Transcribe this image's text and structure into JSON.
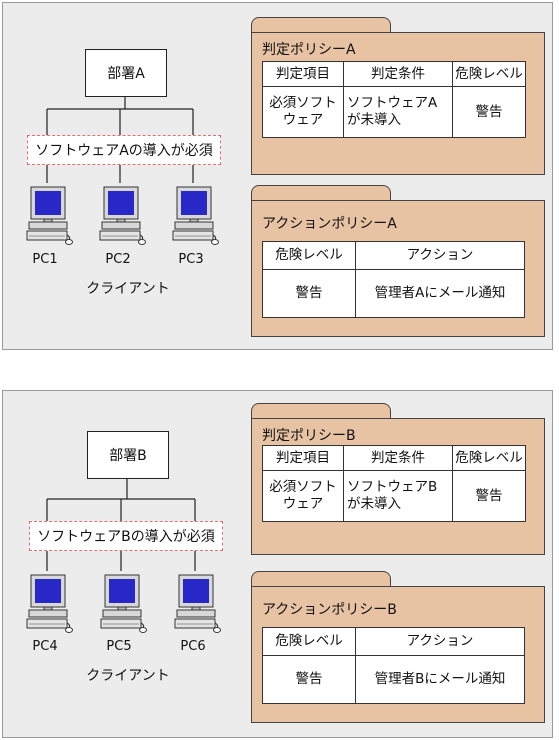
{
  "scenarios": [
    {
      "department": "部署A",
      "requirement": "ソフトウェアAの導入が必須",
      "pcs": [
        "PC1",
        "PC2",
        "PC3"
      ],
      "clients_label": "クライアント",
      "judgment_policy": {
        "title": "判定ポリシーA",
        "headers": [
          "判定項目",
          "判定条件",
          "危険レベル"
        ],
        "row": [
          "必須ソフトウェア",
          "ソフトウェアAが未導入",
          "警告"
        ]
      },
      "action_policy": {
        "title": "アクションポリシーA",
        "headers": [
          "危険レベル",
          "アクション"
        ],
        "row": [
          "警告",
          "管理者Aにメール通知"
        ]
      }
    },
    {
      "department": "部署B",
      "requirement": "ソフトウェアBの導入が必須",
      "pcs": [
        "PC4",
        "PC5",
        "PC6"
      ],
      "clients_label": "クライアント",
      "judgment_policy": {
        "title": "判定ポリシーB",
        "headers": [
          "判定項目",
          "判定条件",
          "危険レベル"
        ],
        "row": [
          "必須ソフトウェア",
          "ソフトウェアBが未導入",
          "警告"
        ]
      },
      "action_policy": {
        "title": "アクションポリシーB",
        "headers": [
          "危険レベル",
          "アクション"
        ],
        "row": [
          "警告",
          "管理者Bにメール通知"
        ]
      }
    }
  ],
  "colors": {
    "panel_background": "#ececec",
    "policy_folder": "#e8c3a3",
    "requirement_border": "#e07070",
    "monitor_screen": "#2828c8"
  }
}
